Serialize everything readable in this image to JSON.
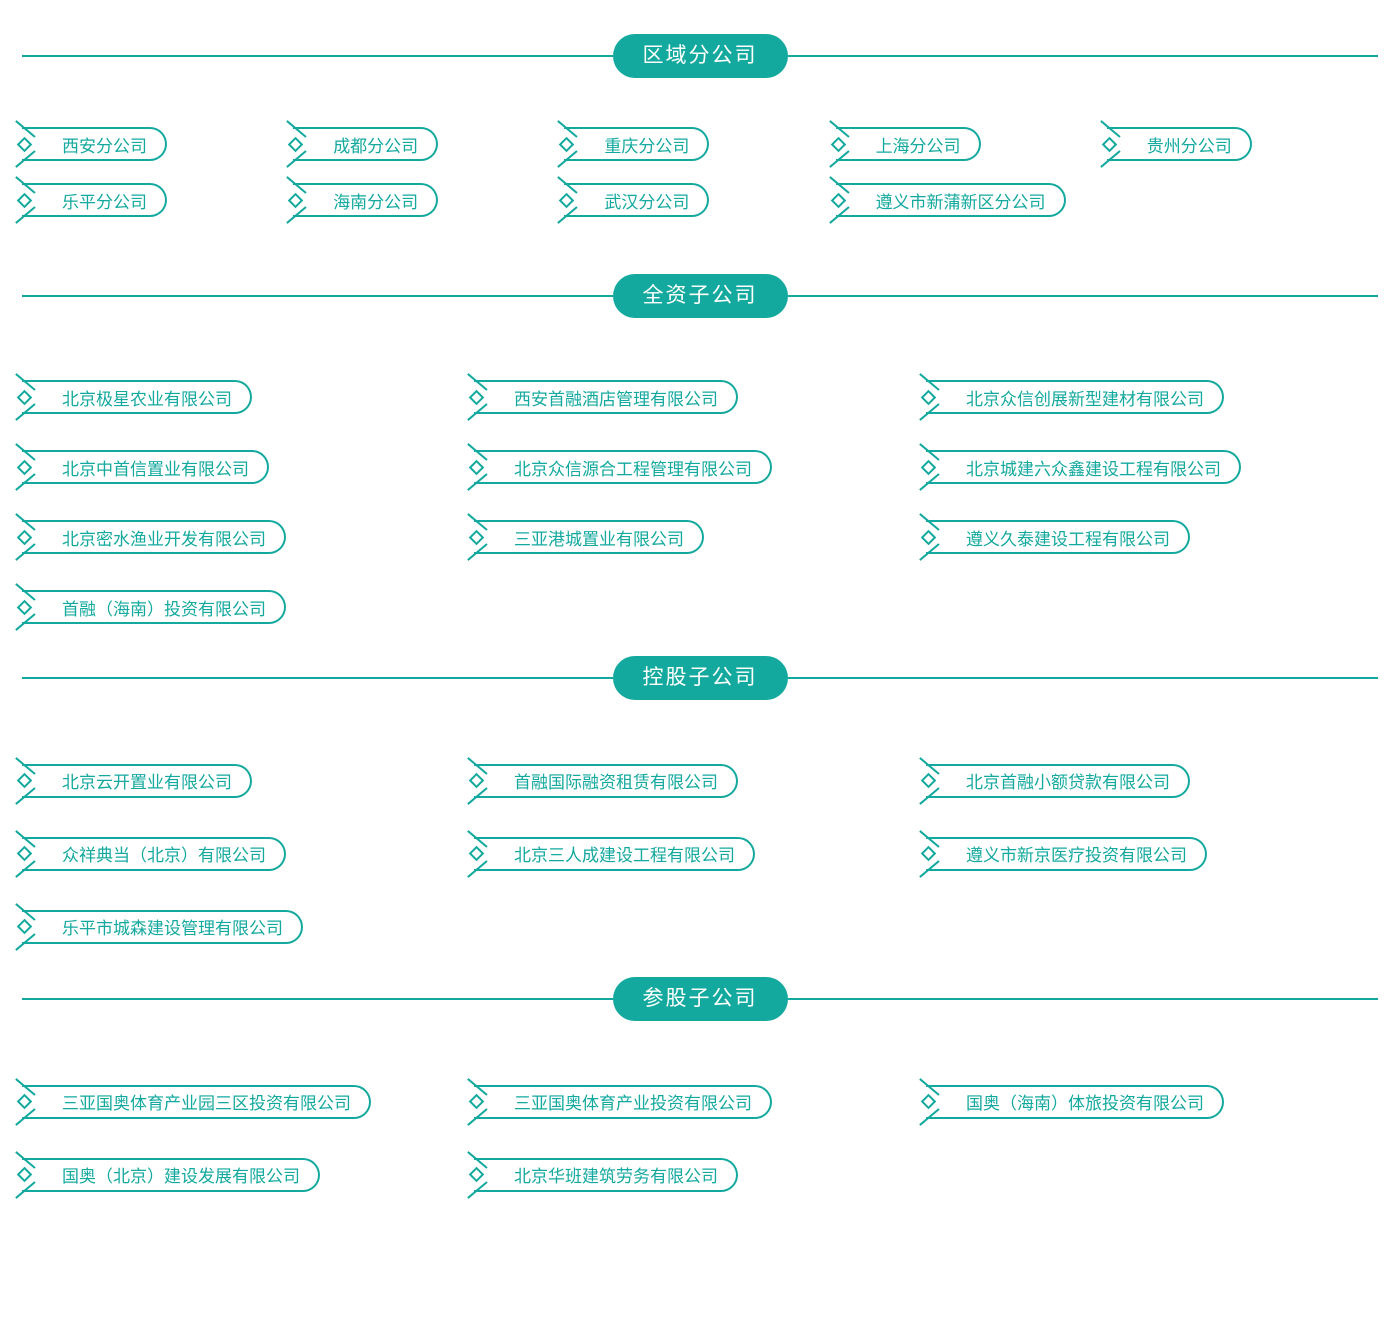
{
  "theme": {
    "accent": "#13a99e",
    "header_text": "#ffffff",
    "background": "#ffffff"
  },
  "sections": [
    {
      "id": "branch",
      "title": "区域分公司",
      "columns": 5,
      "items": [
        "西安分公司",
        "成都分公司",
        "重庆分公司",
        "上海分公司",
        "贵州分公司",
        "乐平分公司",
        "海南分公司",
        "武汉分公司",
        "遵义市新蒲新区分公司"
      ]
    },
    {
      "id": "wholly",
      "title": "全资子公司",
      "columns": 3,
      "items": [
        "北京极星农业有限公司",
        "西安首融酒店管理有限公司",
        "北京众信创展新型建材有限公司",
        "北京中首信置业有限公司",
        "北京众信源合工程管理有限公司",
        "北京城建六众鑫建设工程有限公司",
        "北京密水渔业开发有限公司",
        "三亚港城置业有限公司",
        "遵义久泰建设工程有限公司",
        "首融（海南）投资有限公司"
      ]
    },
    {
      "id": "holding",
      "title": "控股子公司",
      "columns": 3,
      "items": [
        "北京云开置业有限公司",
        "首融国际融资租赁有限公司",
        "北京首融小额贷款有限公司",
        "众祥典当（北京）有限公司",
        "北京三人成建设工程有限公司",
        "遵义市新京医疗投资有限公司",
        "乐平市城森建设管理有限公司"
      ]
    },
    {
      "id": "assoc",
      "title": "参股子公司",
      "columns": 3,
      "items": [
        "三亚国奥体育产业园三区投资有限公司",
        "三亚国奥体育产业投资有限公司",
        "国奥（海南）体旅投资有限公司",
        "国奥（北京）建设发展有限公司",
        "北京华班建筑劳务有限公司"
      ]
    }
  ]
}
